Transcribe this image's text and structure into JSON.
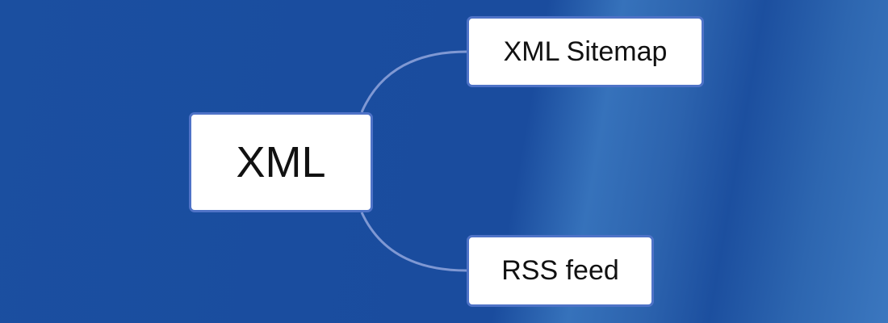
{
  "diagram": {
    "type": "mind-map",
    "root": {
      "label": "XML"
    },
    "children": [
      {
        "label": "XML Sitemap"
      },
      {
        "label": "RSS feed"
      }
    ]
  },
  "colors": {
    "background": "#1b4fa0",
    "node_fill": "#ffffff",
    "node_border": "#4f73c7",
    "connector": "#7f98d3",
    "text": "#111111"
  }
}
